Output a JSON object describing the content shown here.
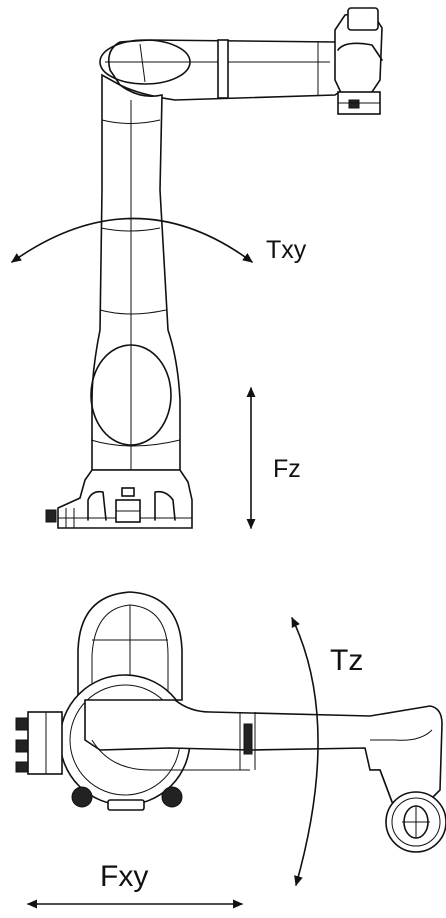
{
  "labels": {
    "txy": "Txy",
    "fz": "Fz",
    "tz": "Tz",
    "fxy": "Fxy"
  },
  "colors": {
    "line": "#111111",
    "background": "#ffffff"
  }
}
